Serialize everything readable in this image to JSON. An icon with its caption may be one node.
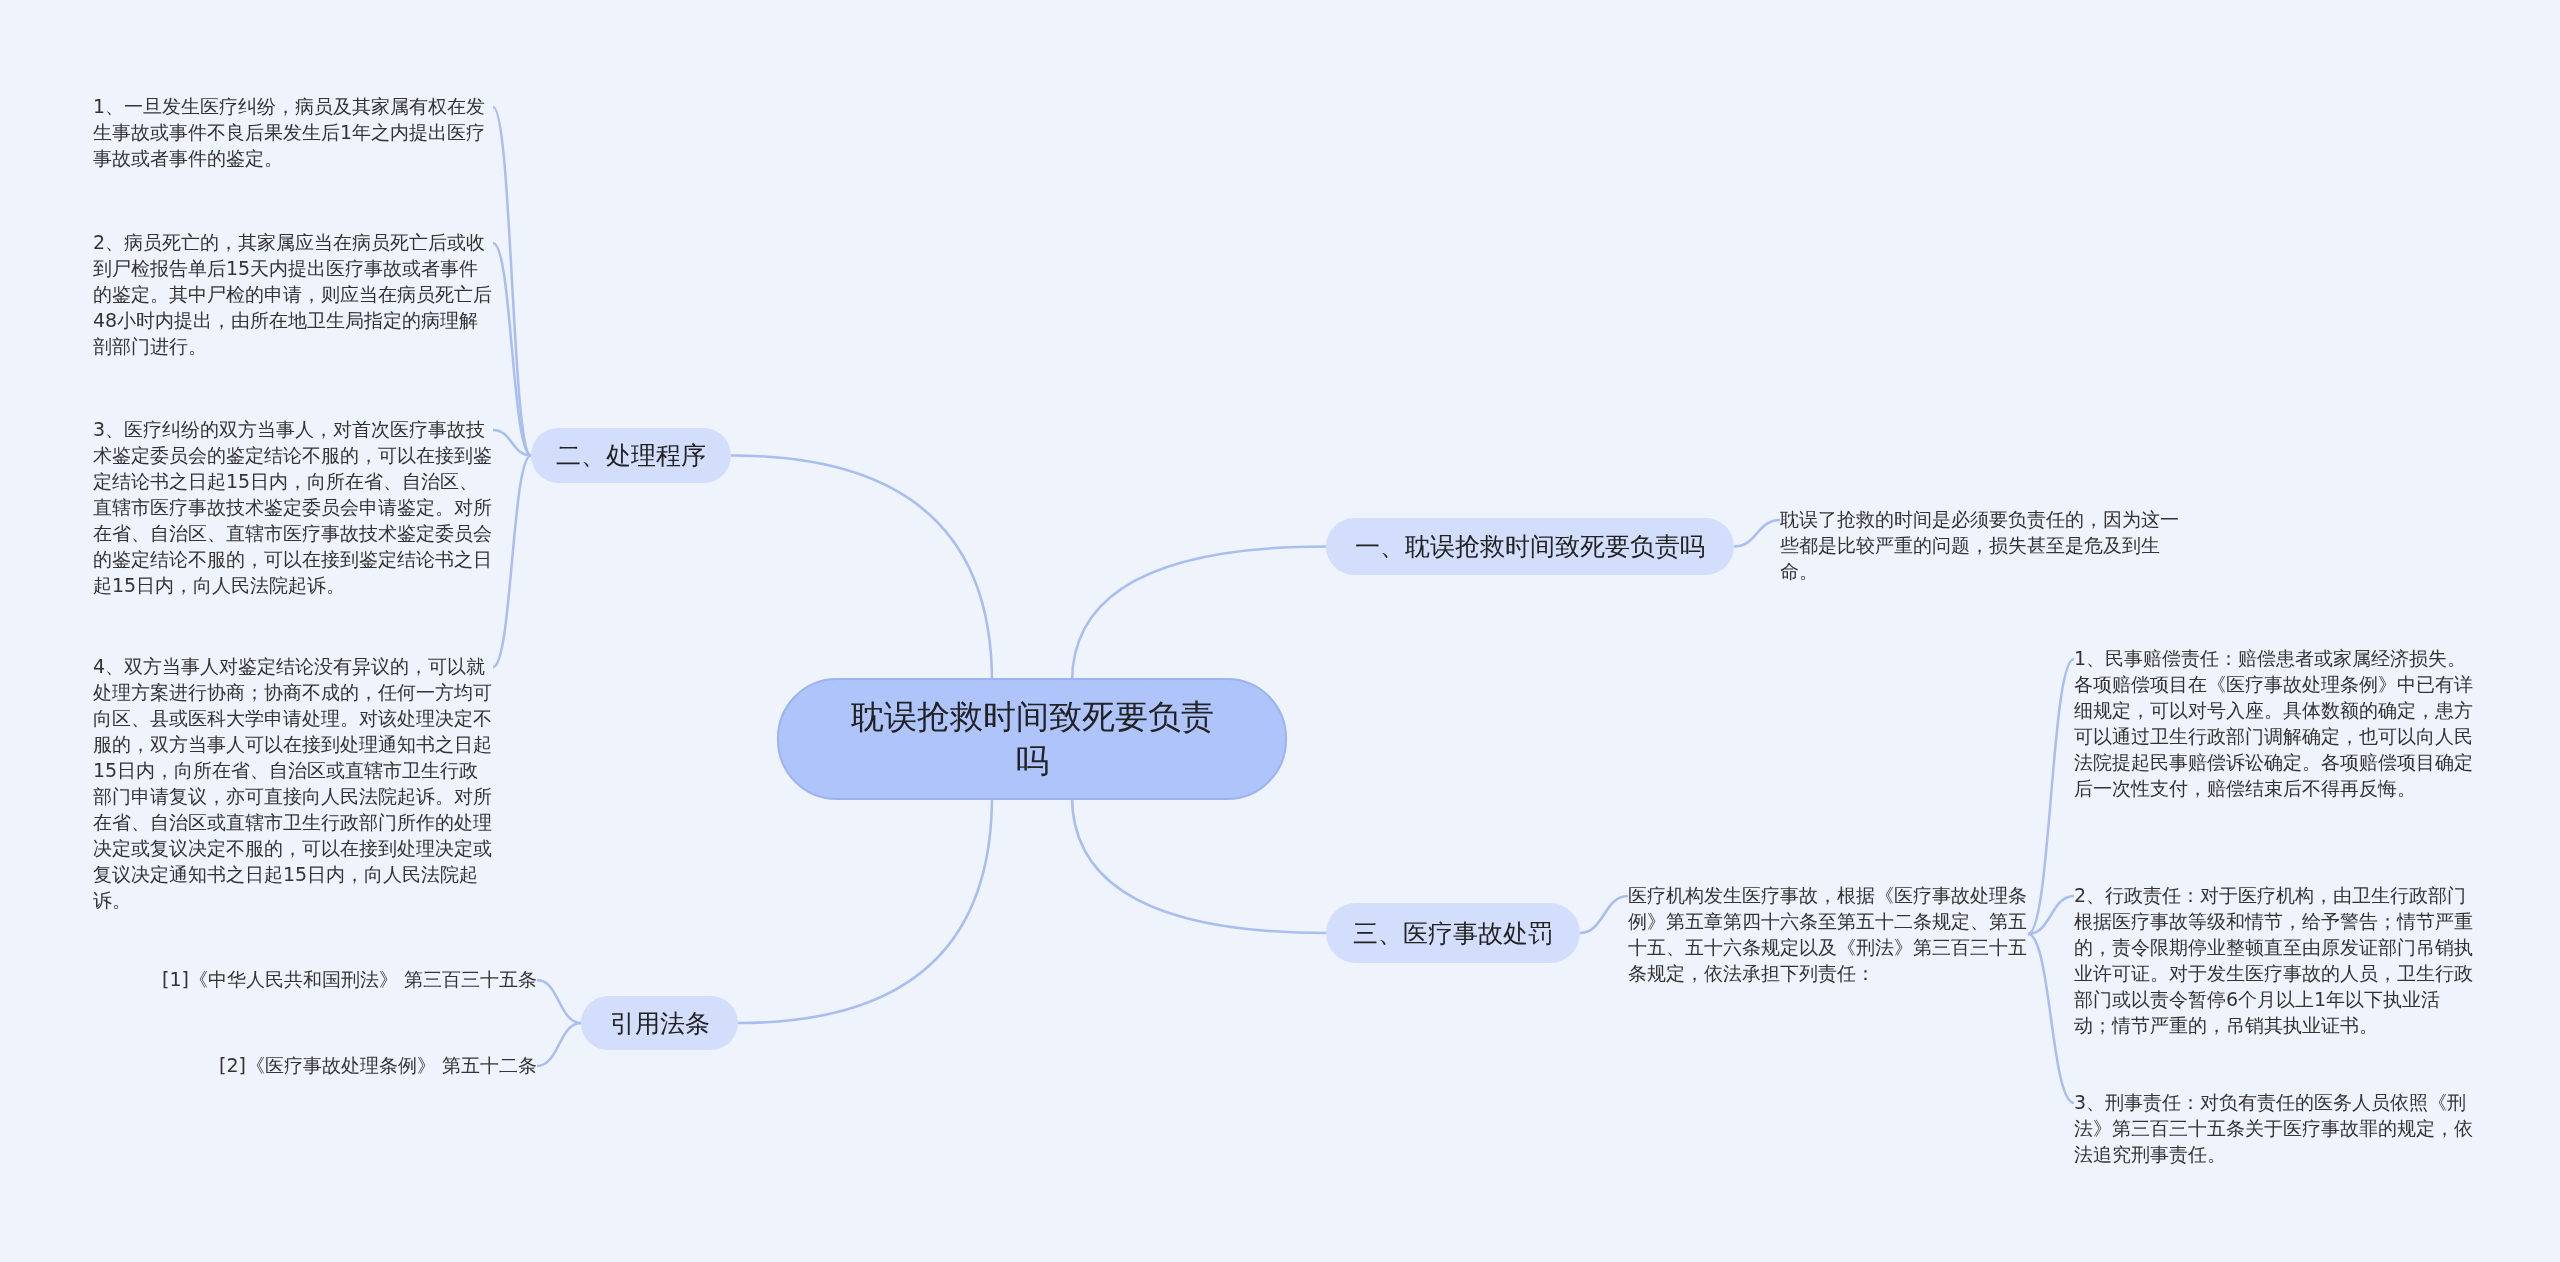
{
  "diagram": {
    "nodes": [
      {
        "text": [
          "耽误抢救时间致死要负责吗"
        ]
      },
      {
        "text": [
          "一、耽误抢救时间致死要负责吗"
        ]
      },
      {
        "text": [
          "耽误了抢救的时间是必须要负责任的，因为这一些都是比较严重的问题，损失甚至是危及到生命。"
        ]
      },
      {
        "text": [
          "三、医疗事故处罚"
        ]
      },
      {
        "text": [
          "医疗机构发生医疗事故，根据《医疗事故处理条例》第五章第四十六条至第五十二条规定、第五十五、五十六条规定以及《刑法》第三百三十五条规定，依法承担下列责任："
        ]
      },
      {
        "text": [
          "1、民事赔偿责任：赔偿患者或家属经济损失。各项赔偿项目在《医疗事故处理条例》中已有详细规定，可以对号入座。具体数额的确定，患方可以通过卫生行政部门调解确定，也可以向人民法院提起民事赔偿诉讼确定。各项赔偿项目确定后一次性支付，赔偿结束后不得再反悔。"
        ]
      },
      {
        "text": [
          "2、行政责任：对于医疗机构，由卫生行政部门根据医疗事故等级和情节，给予警告；情节严重的，责令限期停业整顿直至由原发证部门吊销执业许可证。对于发生医疗事故的人员，卫生行政部门或以责令暂停6个月以上1年以下执业活动；情节严重的，吊销其执业证书。"
        ]
      },
      {
        "text": [
          "3、刑事责任：对负有责任的医务人员依照《刑法》第三百三十五条关于医疗事故罪的规定，依法追究刑事责任。"
        ]
      },
      {
        "text": [
          "二、处理程序"
        ]
      },
      {
        "text": [
          "1、一旦发生医疗纠纷，病员及其家属有权在发生事故或事件不良后果发生后1年之内提出医疗事故或者事件的鉴定。"
        ]
      },
      {
        "text": [
          "2、病员死亡的，其家属应当在病员死亡后或收到尸检报告单后15天内提出医疗事故或者事件的鉴定。其中尸检的申请，则应当在病员死亡后48小时内提出，由所在地卫生局指定的病理解剖部门进行。"
        ]
      },
      {
        "text": [
          "3、医疗纠纷的双方当事人，对首次医疗事故技术鉴定委员会的鉴定结论不服的，可以在接到鉴定结论书之日起15日内，向所在省、自治区、直辖市医疗事故技术鉴定委员会申请鉴定。对所在省、自治区、直辖市医疗事故技术鉴定委员会的鉴定结论不服的，可以在接到鉴定结论书之日起15日内，向人民法院起诉。"
        ]
      },
      {
        "text": [
          "4、双方当事人对鉴定结论没有异议的，可以就处理方案进行协商；协商不成的，任何一方均可向区、县或医科大学申请处理。对该处理决定不服的，双方当事人可以在接到处理通知书之日起15日内，向所在省、自治区或直辖市卫生行政部门申请复议，亦可直接向人民法院起诉。对所在省、自治区或直辖市卫生行政部门所作的处理决定或复议决定不服的，可以在接到处理决定或复议决定通知书之日起15日内，向人民法院起诉。"
        ]
      },
      {
        "text": [
          "引用法条"
        ]
      },
      {
        "text": [
          "[1]《中华人民共和国刑法》 第三百三十五条"
        ]
      },
      {
        "text": [
          "[2]《医疗事故处理条例》 第五十二条"
        ]
      }
    ],
    "edges": [
      {
        "from": 0,
        "to": 1,
        "arrow": "none"
      },
      {
        "from": 1,
        "to": 2,
        "arrow": "none"
      },
      {
        "from": 0,
        "to": 3,
        "arrow": "none"
      },
      {
        "from": 3,
        "to": 4,
        "arrow": "none"
      },
      {
        "from": 4,
        "to": 5,
        "arrow": "none"
      },
      {
        "from": 4,
        "to": 6,
        "arrow": "none"
      },
      {
        "from": 4,
        "to": 7,
        "arrow": "none"
      },
      {
        "from": 0,
        "to": 8,
        "arrow": "none"
      },
      {
        "from": 8,
        "to": 9,
        "arrow": "none"
      },
      {
        "from": 8,
        "to": 10,
        "arrow": "none"
      },
      {
        "from": 8,
        "to": 11,
        "arrow": "none"
      },
      {
        "from": 8,
        "to": 12,
        "arrow": "none"
      },
      {
        "from": 0,
        "to": 13,
        "arrow": "none"
      },
      {
        "from": 13,
        "to": 14,
        "arrow": "none"
      },
      {
        "from": 13,
        "to": 15,
        "arrow": "none"
      }
    ]
  }
}
